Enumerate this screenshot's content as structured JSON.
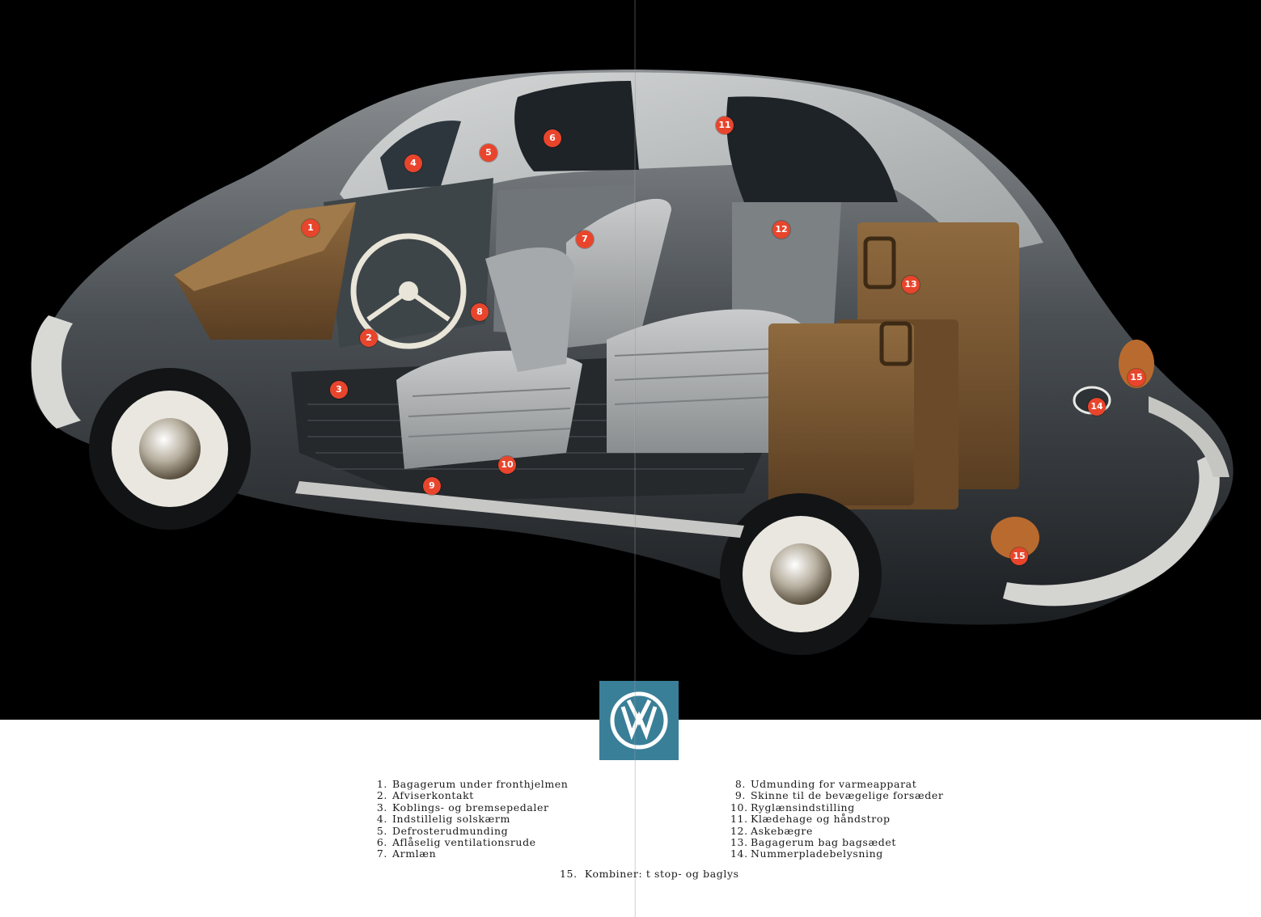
{
  "logo": {
    "text": "VW",
    "color": "#3a7f98"
  },
  "markers": [
    {
      "label": "1"
    },
    {
      "label": "2"
    },
    {
      "label": "3"
    },
    {
      "label": "4"
    },
    {
      "label": "5"
    },
    {
      "label": "6"
    },
    {
      "label": "7"
    },
    {
      "label": "8"
    },
    {
      "label": "9"
    },
    {
      "label": "10"
    },
    {
      "label": "11"
    },
    {
      "label": "12"
    },
    {
      "label": "13"
    },
    {
      "label": "14"
    },
    {
      "label": "15"
    },
    {
      "label": "15"
    }
  ],
  "legend": {
    "left": [
      {
        "n": "1.",
        "text": "Bagagerum under fronthjelmen"
      },
      {
        "n": "2.",
        "text": "Afviserkontakt"
      },
      {
        "n": "3.",
        "text": "Koblings- og bremsepedaler"
      },
      {
        "n": "4.",
        "text": "Indstillelig solskærm"
      },
      {
        "n": "5.",
        "text": "Defrosterudmunding"
      },
      {
        "n": "6.",
        "text": "Aflåselig ventilationsrude"
      },
      {
        "n": "7.",
        "text": "Armlæn"
      }
    ],
    "right": [
      {
        "n": "8.",
        "text": "Udmunding for varmeapparat"
      },
      {
        "n": "9.",
        "text": "Skinne til de bevægelige forsæder"
      },
      {
        "n": "10.",
        "text": "Ryglænsindstilling"
      },
      {
        "n": "11.",
        "text": "Klædehage og håndstrop"
      },
      {
        "n": "12.",
        "text": "Askebægre"
      },
      {
        "n": "13.",
        "text": "Bagagerum bag bagsædet"
      },
      {
        "n": "14.",
        "text": "Nummerpladebelysning"
      }
    ],
    "bottom": {
      "n": "15.",
      "text": "Kombiner: t stop- og baglys"
    }
  }
}
